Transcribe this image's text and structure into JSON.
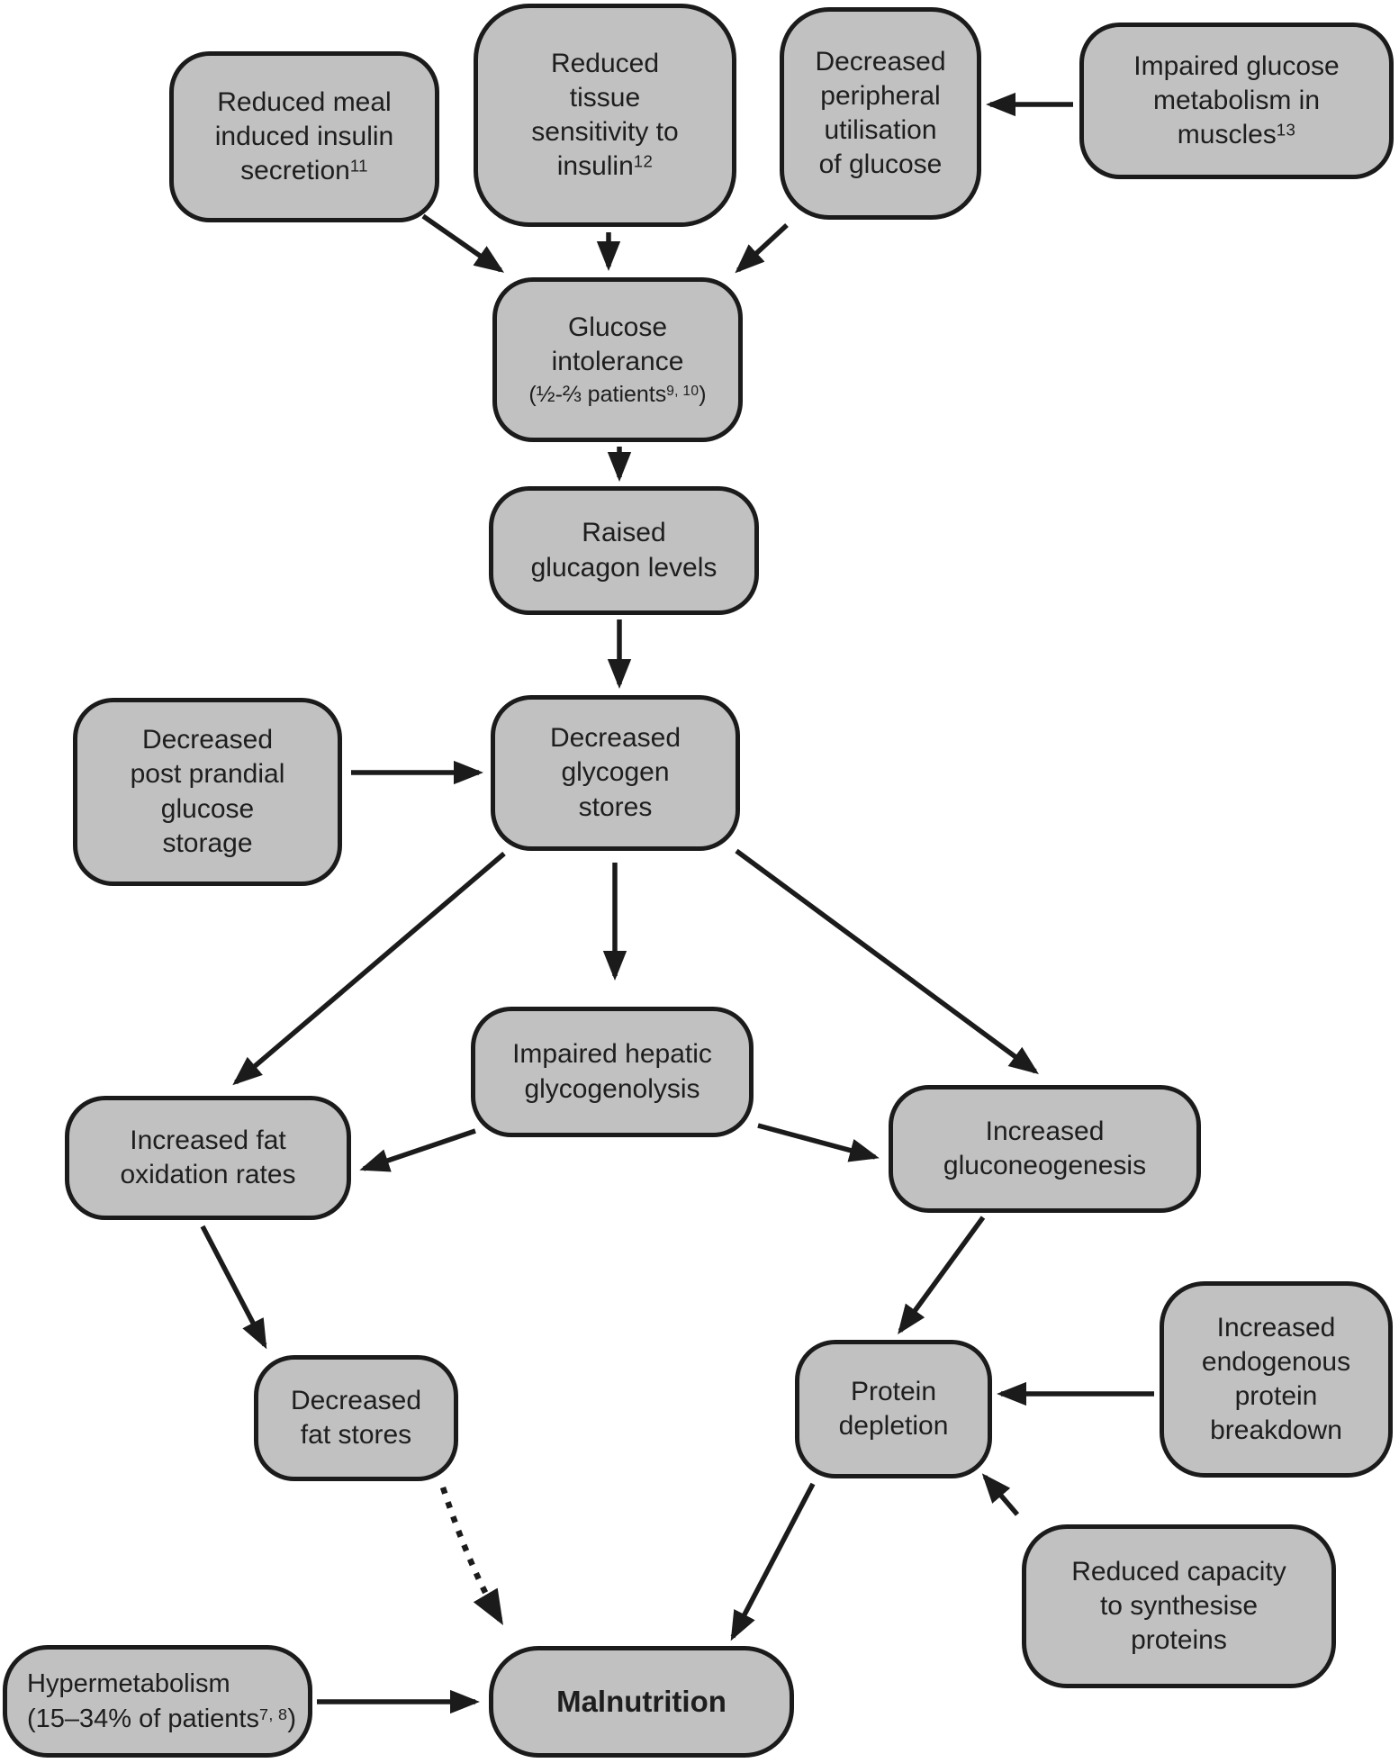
{
  "diagram": {
    "colors": {
      "background": "#ffffff",
      "box_fill": "#c1c1c1",
      "box_border": "#1b1b1b",
      "text": "#1e1e1e",
      "line": "#1b1b1b"
    },
    "nodes": {
      "reduced_meal": {
        "text": "Reduced meal\ninduced insulin\nsecretion",
        "sup": "11"
      },
      "reduced_tissue": {
        "text": "Reduced\ntissue\nsensitivity to\ninsulin",
        "sup": "12"
      },
      "decreased_peripheral": {
        "text": "Decreased\nperipheral\nutilisation\nof glucose"
      },
      "impaired_muscle": {
        "text": "Impaired glucose\nmetabolism in\nmuscles",
        "sup": "13"
      },
      "glucose_intolerance": {
        "title": "Glucose\nintolerance",
        "note_pre": "(½-⅔ patients",
        "note_sup": "9, 10",
        "note_close": ")"
      },
      "raised_glucagon": {
        "text": "Raised\nglucagon levels"
      },
      "post_prandial": {
        "text": "Decreased\npost prandial\nglucose\nstorage"
      },
      "glycogen_stores": {
        "text": "Decreased\nglycogen\nstores"
      },
      "hepatic_glycogenolysis": {
        "text": "Impaired hepatic\nglycogenolysis"
      },
      "fat_oxidation": {
        "text": "Increased fat\noxidation rates"
      },
      "gluconeogenesis": {
        "text": "Increased\ngluconeogenesis"
      },
      "fat_stores": {
        "text": "Decreased\nfat stores"
      },
      "protein_depletion": {
        "text": "Protein\ndepletion"
      },
      "endogenous_breakdown": {
        "text": "Increased\nendogenous\nprotein\nbreakdown"
      },
      "reduced_capacity": {
        "text": "Reduced capacity\nto synthesise\nproteins"
      },
      "hypermetabolism": {
        "title": "Hypermetabolism",
        "note_pre": "(15–34% of patients",
        "note_sup": "7, 8",
        "note_close": ")"
      },
      "malnutrition": {
        "text": "Malnutrition"
      }
    }
  }
}
